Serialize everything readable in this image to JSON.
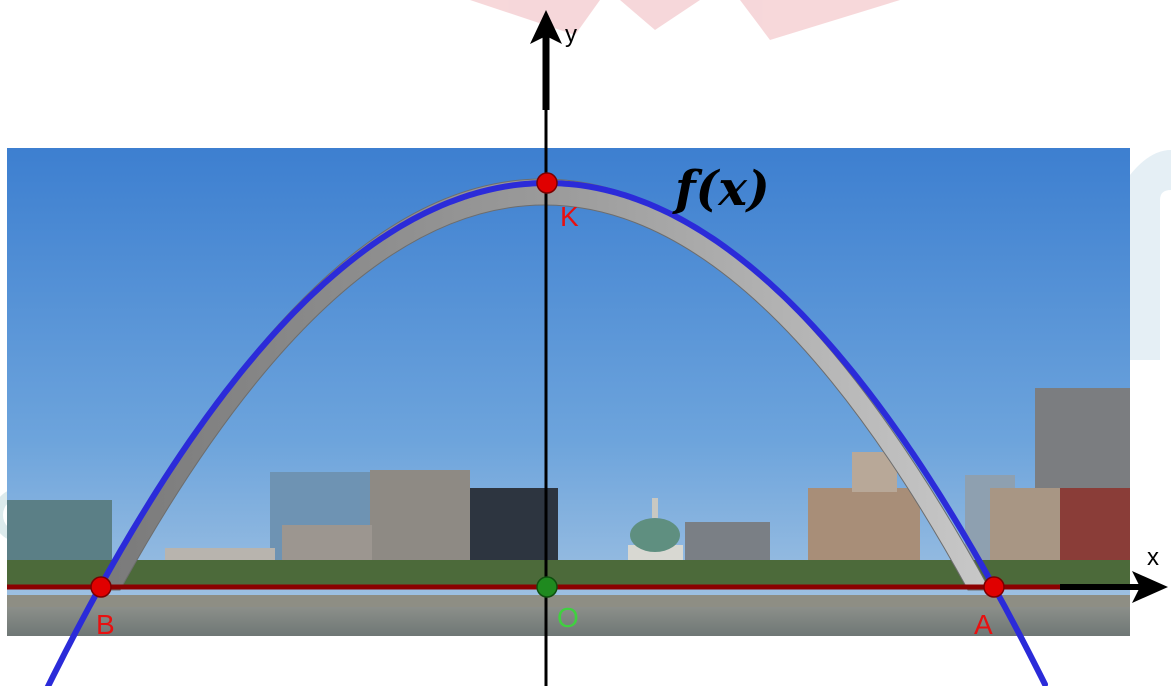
{
  "labels": {
    "x_axis": "x",
    "y_axis": "y",
    "function": "f(x)",
    "vertex": "K",
    "root_right": "A",
    "root_left": "B",
    "origin": "O"
  },
  "colors": {
    "sky": "#5d96d6",
    "curve": "#2b2bd9",
    "ground_line": "#8b0000",
    "point": "#e00000",
    "origin_point": "#1f8a1f",
    "origin_label": "#3fd13f",
    "watermark": "#f0b8bc"
  },
  "icons": {
    "x_arrow": "right-arrow-icon",
    "y_arrow": "up-arrow-icon"
  }
}
